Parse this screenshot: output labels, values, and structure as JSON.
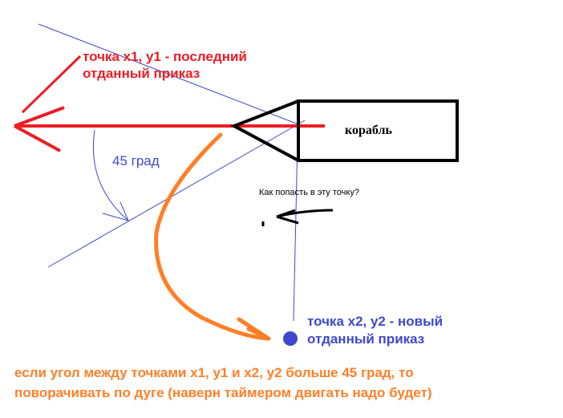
{
  "labels": {
    "point1": [
      "точка x1, y1 - последний",
      "отданный приказ"
    ],
    "point2": [
      "точка x2, y2 - новый",
      "отданный приказ"
    ],
    "ship": "корабль",
    "angle": "45 град",
    "question": "Как попасть в эту точку?",
    "note": [
      "если угол между точками x1, y1 и x2, y2 больше 45 град, то",
      "поворачивать по дуге (наверн таймером двигать надо будет)"
    ]
  },
  "colors": {
    "red": "#ed1c24",
    "blue": "#3f48cc",
    "orange": "#ff7f27",
    "black": "#000000"
  }
}
